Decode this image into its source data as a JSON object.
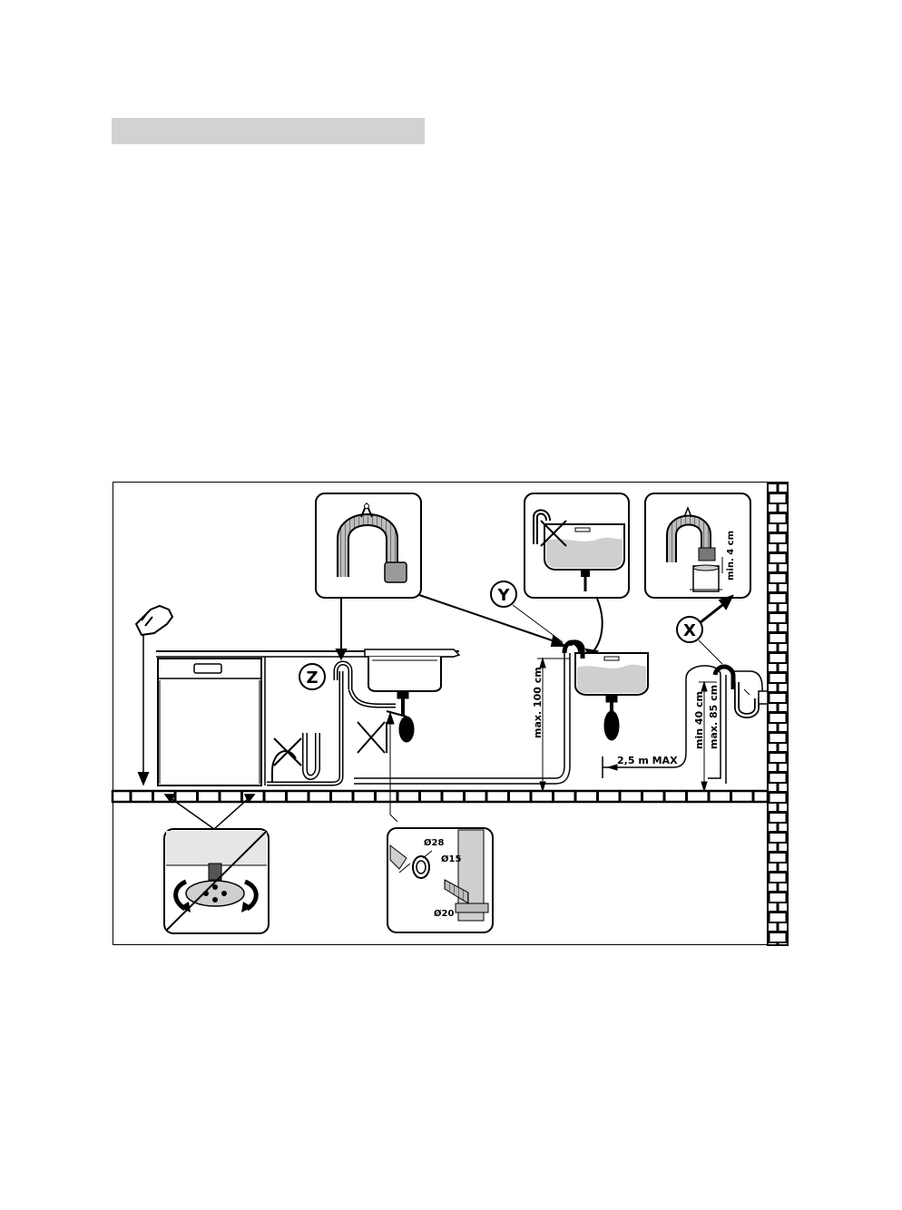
{
  "header": {
    "title": ""
  },
  "diagram": {
    "callouts": {
      "z": "Z",
      "y": "Y",
      "x": "X"
    },
    "dimensions": {
      "max_height_sink": "max. 100  cm",
      "hose_length": "2,5 m MAX",
      "min_height": "min 40  cm",
      "max_height_wall": "max. 85  cm",
      "min_gap": "min. 4  cm"
    },
    "diameters": {
      "d28": "Ø28",
      "d15": "Ø15",
      "d20": "Ø20"
    }
  }
}
